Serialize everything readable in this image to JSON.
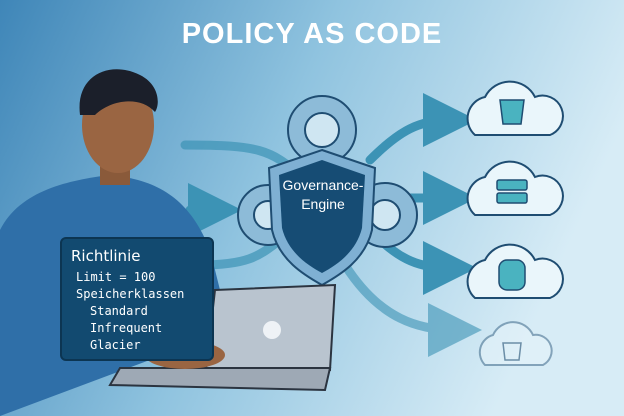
{
  "title": "POLICY AS CODE",
  "code_panel": {
    "heading": "Richtlinie",
    "lines": [
      "Limit = 100",
      "Speicherklassen"
    ],
    "sub_lines": [
      "Standard",
      "Infrequent",
      "Glacier"
    ]
  },
  "engine": {
    "line1": "Governance-",
    "line2": "Engine"
  },
  "clouds": [
    {
      "icon": "bucket-icon"
    },
    {
      "icon": "server-icon"
    },
    {
      "icon": "database-icon"
    },
    {
      "icon": "denied-bucket-icon"
    }
  ],
  "colors": {
    "bg_light": "#d7ecf6",
    "bg_dark": "#3f86b8",
    "shield": "#164c74",
    "arrow": "#3c93b5"
  }
}
